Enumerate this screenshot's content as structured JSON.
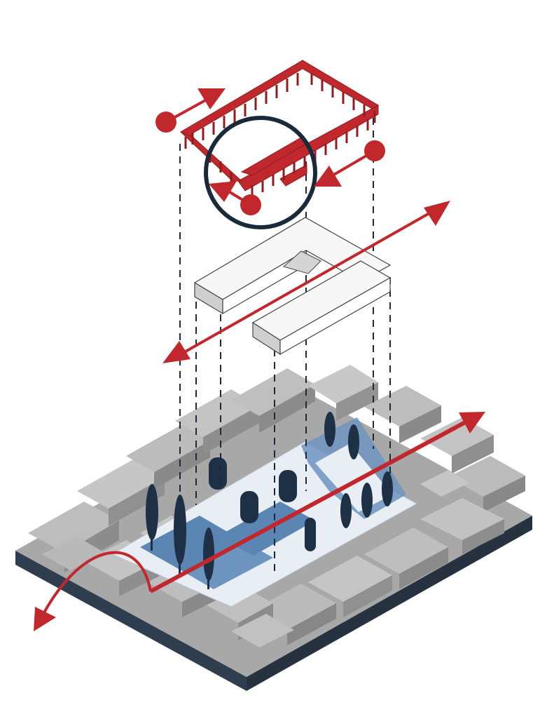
{
  "colors": {
    "accent_red": "#c0282d",
    "dark_red": "#8f1c1f",
    "navy": "#1b2a3a",
    "base_side": "#2e3e4e",
    "courtyard_light": "#e9eef4",
    "water_blue": "#5b86b4",
    "block_light": "#f7f7f7",
    "block_shadow": "#c9c9c9",
    "city_light": "#bdbdbd",
    "city_mid": "#9b9b9b",
    "city_dark": "#7a7a7a",
    "tree": "#1e3045"
  },
  "diagram": {
    "layers": [
      {
        "id": "colonnade-frame",
        "description_icon": "arcade-ring"
      },
      {
        "id": "volume-blocks",
        "description_icon": "box-volumes"
      },
      {
        "id": "urban-site",
        "description_icon": "city-model"
      }
    ],
    "highlight": "circle-detail",
    "flow_arrows": [
      "flow-top-left",
      "flow-top-right-in",
      "flow-top-bottom",
      "flow-middle-axis",
      "flow-site-axis",
      "flow-site-curve"
    ]
  }
}
